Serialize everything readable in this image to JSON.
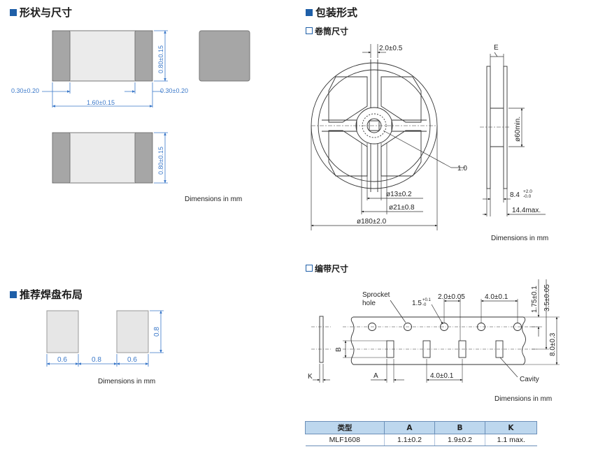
{
  "sections": {
    "shape_title": "形状与尺寸",
    "land_title": "推荐焊盘布局",
    "package_title": "包装形式",
    "reel_title": "卷筒尺寸",
    "tape_title": "编带尺寸"
  },
  "shape": {
    "top_height": "0.80±0.15",
    "left_term": "0.30±0.20",
    "right_term": "0.30±0.20",
    "length": "1.60±0.15",
    "bottom_height": "0.80±0.15",
    "note": "Dimensions in mm"
  },
  "land": {
    "pad_w_left": "0.6",
    "gap": "0.8",
    "pad_w_right": "0.6",
    "pad_h": "0.8",
    "note": "Dimensions in mm"
  },
  "reel": {
    "slot": "2.0±0.5",
    "e_label": "E",
    "hub": "ø60min.",
    "callout": "1.0",
    "arbor": "ø13±0.2",
    "flange_in": "ø21±0.8",
    "diameter": "ø180±2.0",
    "width_main": "8.4",
    "width_tol_plus": "+2.0",
    "width_tol_minus": "-0.0",
    "width_max": "14.4max.",
    "note": "Dimensions in mm"
  },
  "tape": {
    "sprocket_line1": "Sprocket",
    "sprocket_line2": "hole",
    "hole_dia": "1.5",
    "hole_tol_plus": "+0.1",
    "hole_tol_minus": "-0",
    "pitch_p2": "2.0±0.05",
    "pitch_p0": "4.0±0.1",
    "edge": "1.75±0.1",
    "center": "3.5±0.05",
    "width": "8.0±0.3",
    "b_label": "B",
    "k_label": "K",
    "a_label": "A",
    "pitch_p1": "4.0±0.1",
    "cavity": "Cavity",
    "note": "Dimensions in mm"
  },
  "table": {
    "headers": [
      "类型",
      "A",
      "B",
      "K"
    ],
    "rows": [
      [
        "MLF1608",
        "1.1±0.2",
        "1.9±0.2",
        "1.1 max."
      ]
    ]
  },
  "colors": {
    "accent": "#1f5fa8",
    "dimension": "#3a78c9",
    "terminal": "#a6a6a6",
    "chip_body": "#ebebeb"
  }
}
